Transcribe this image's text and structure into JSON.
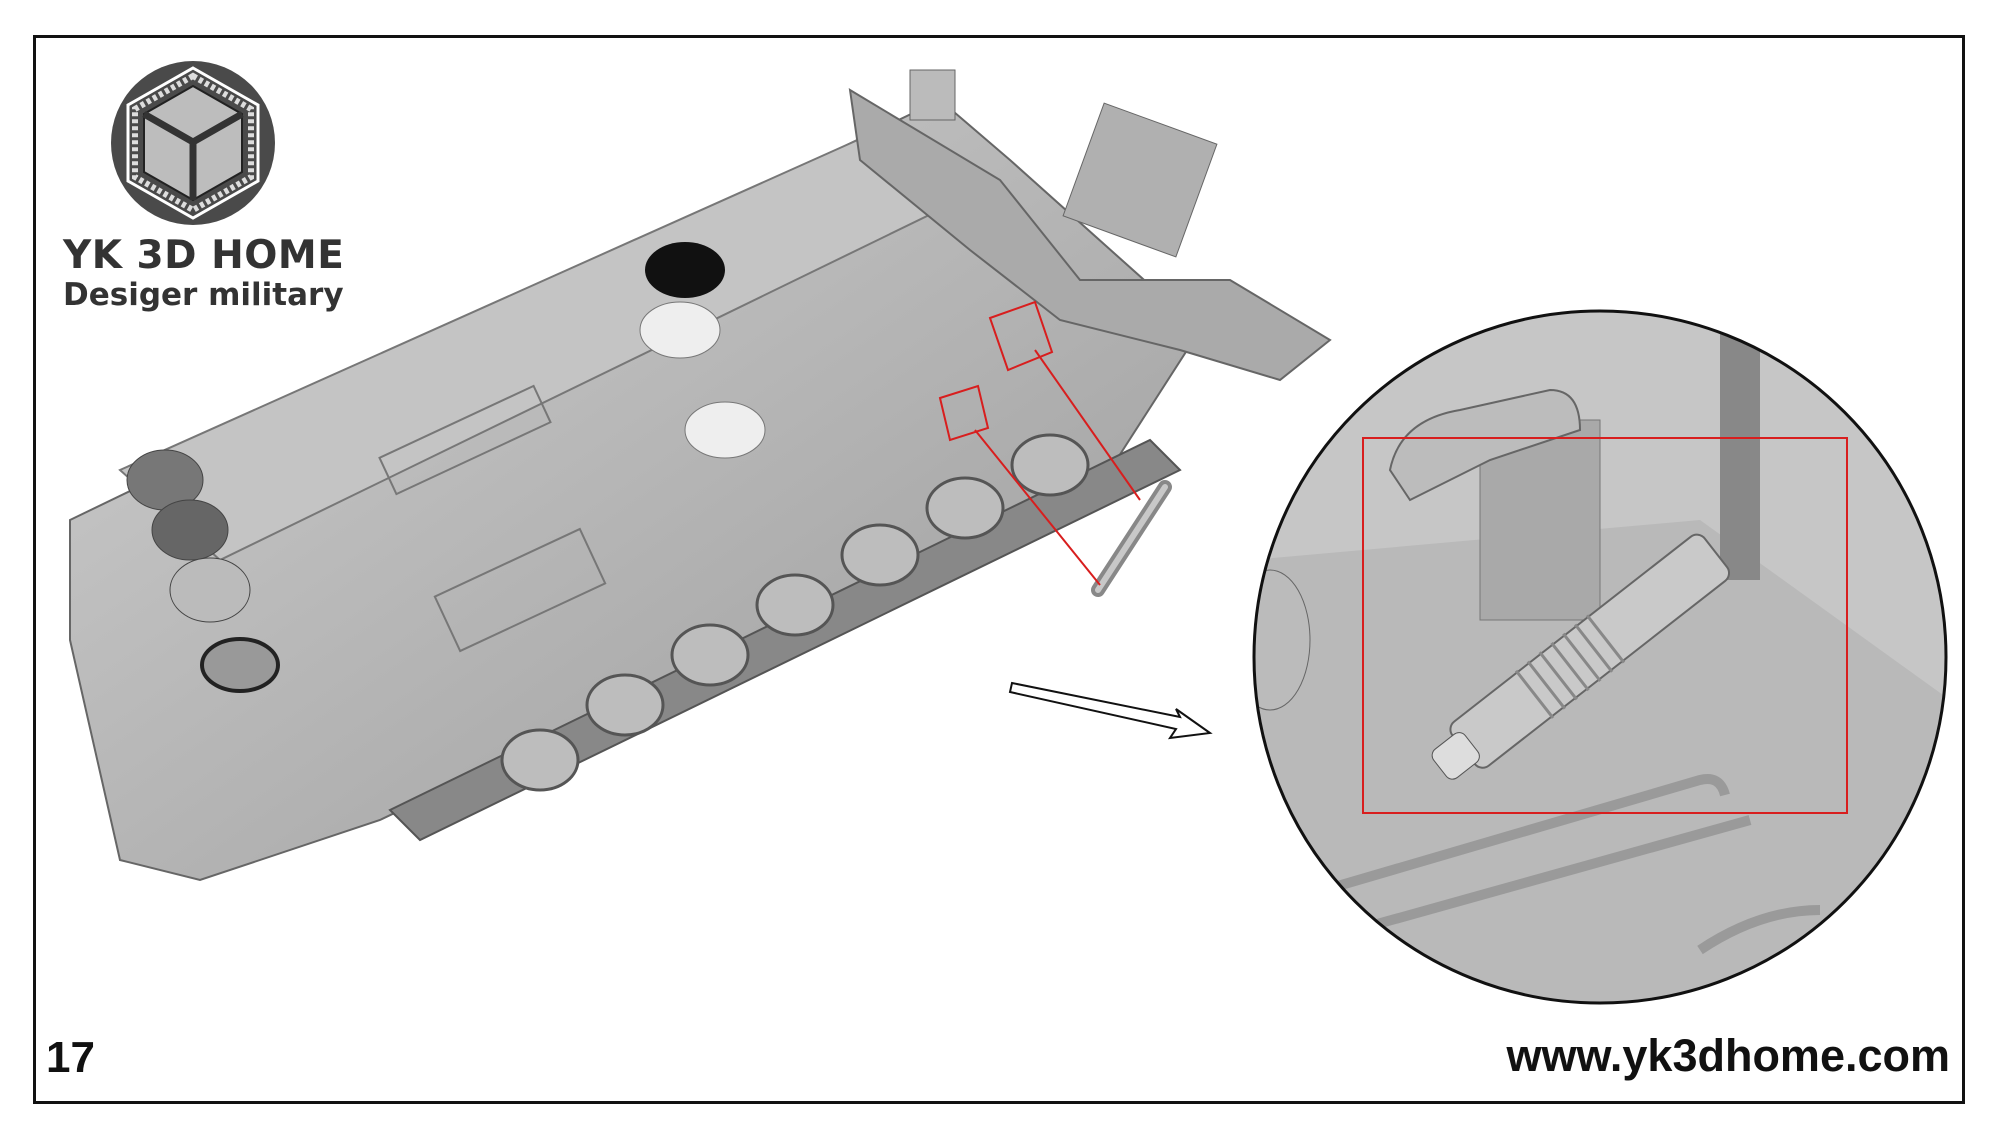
{
  "brand": {
    "name": "YK 3D HOME",
    "tagline": "Desiger military"
  },
  "page": {
    "number": "17"
  },
  "footer": {
    "url": "www.yk3dhome.com"
  },
  "colors": {
    "highlight": "#d81e1e",
    "frame": "#111111",
    "model": "#b4b4b4"
  }
}
